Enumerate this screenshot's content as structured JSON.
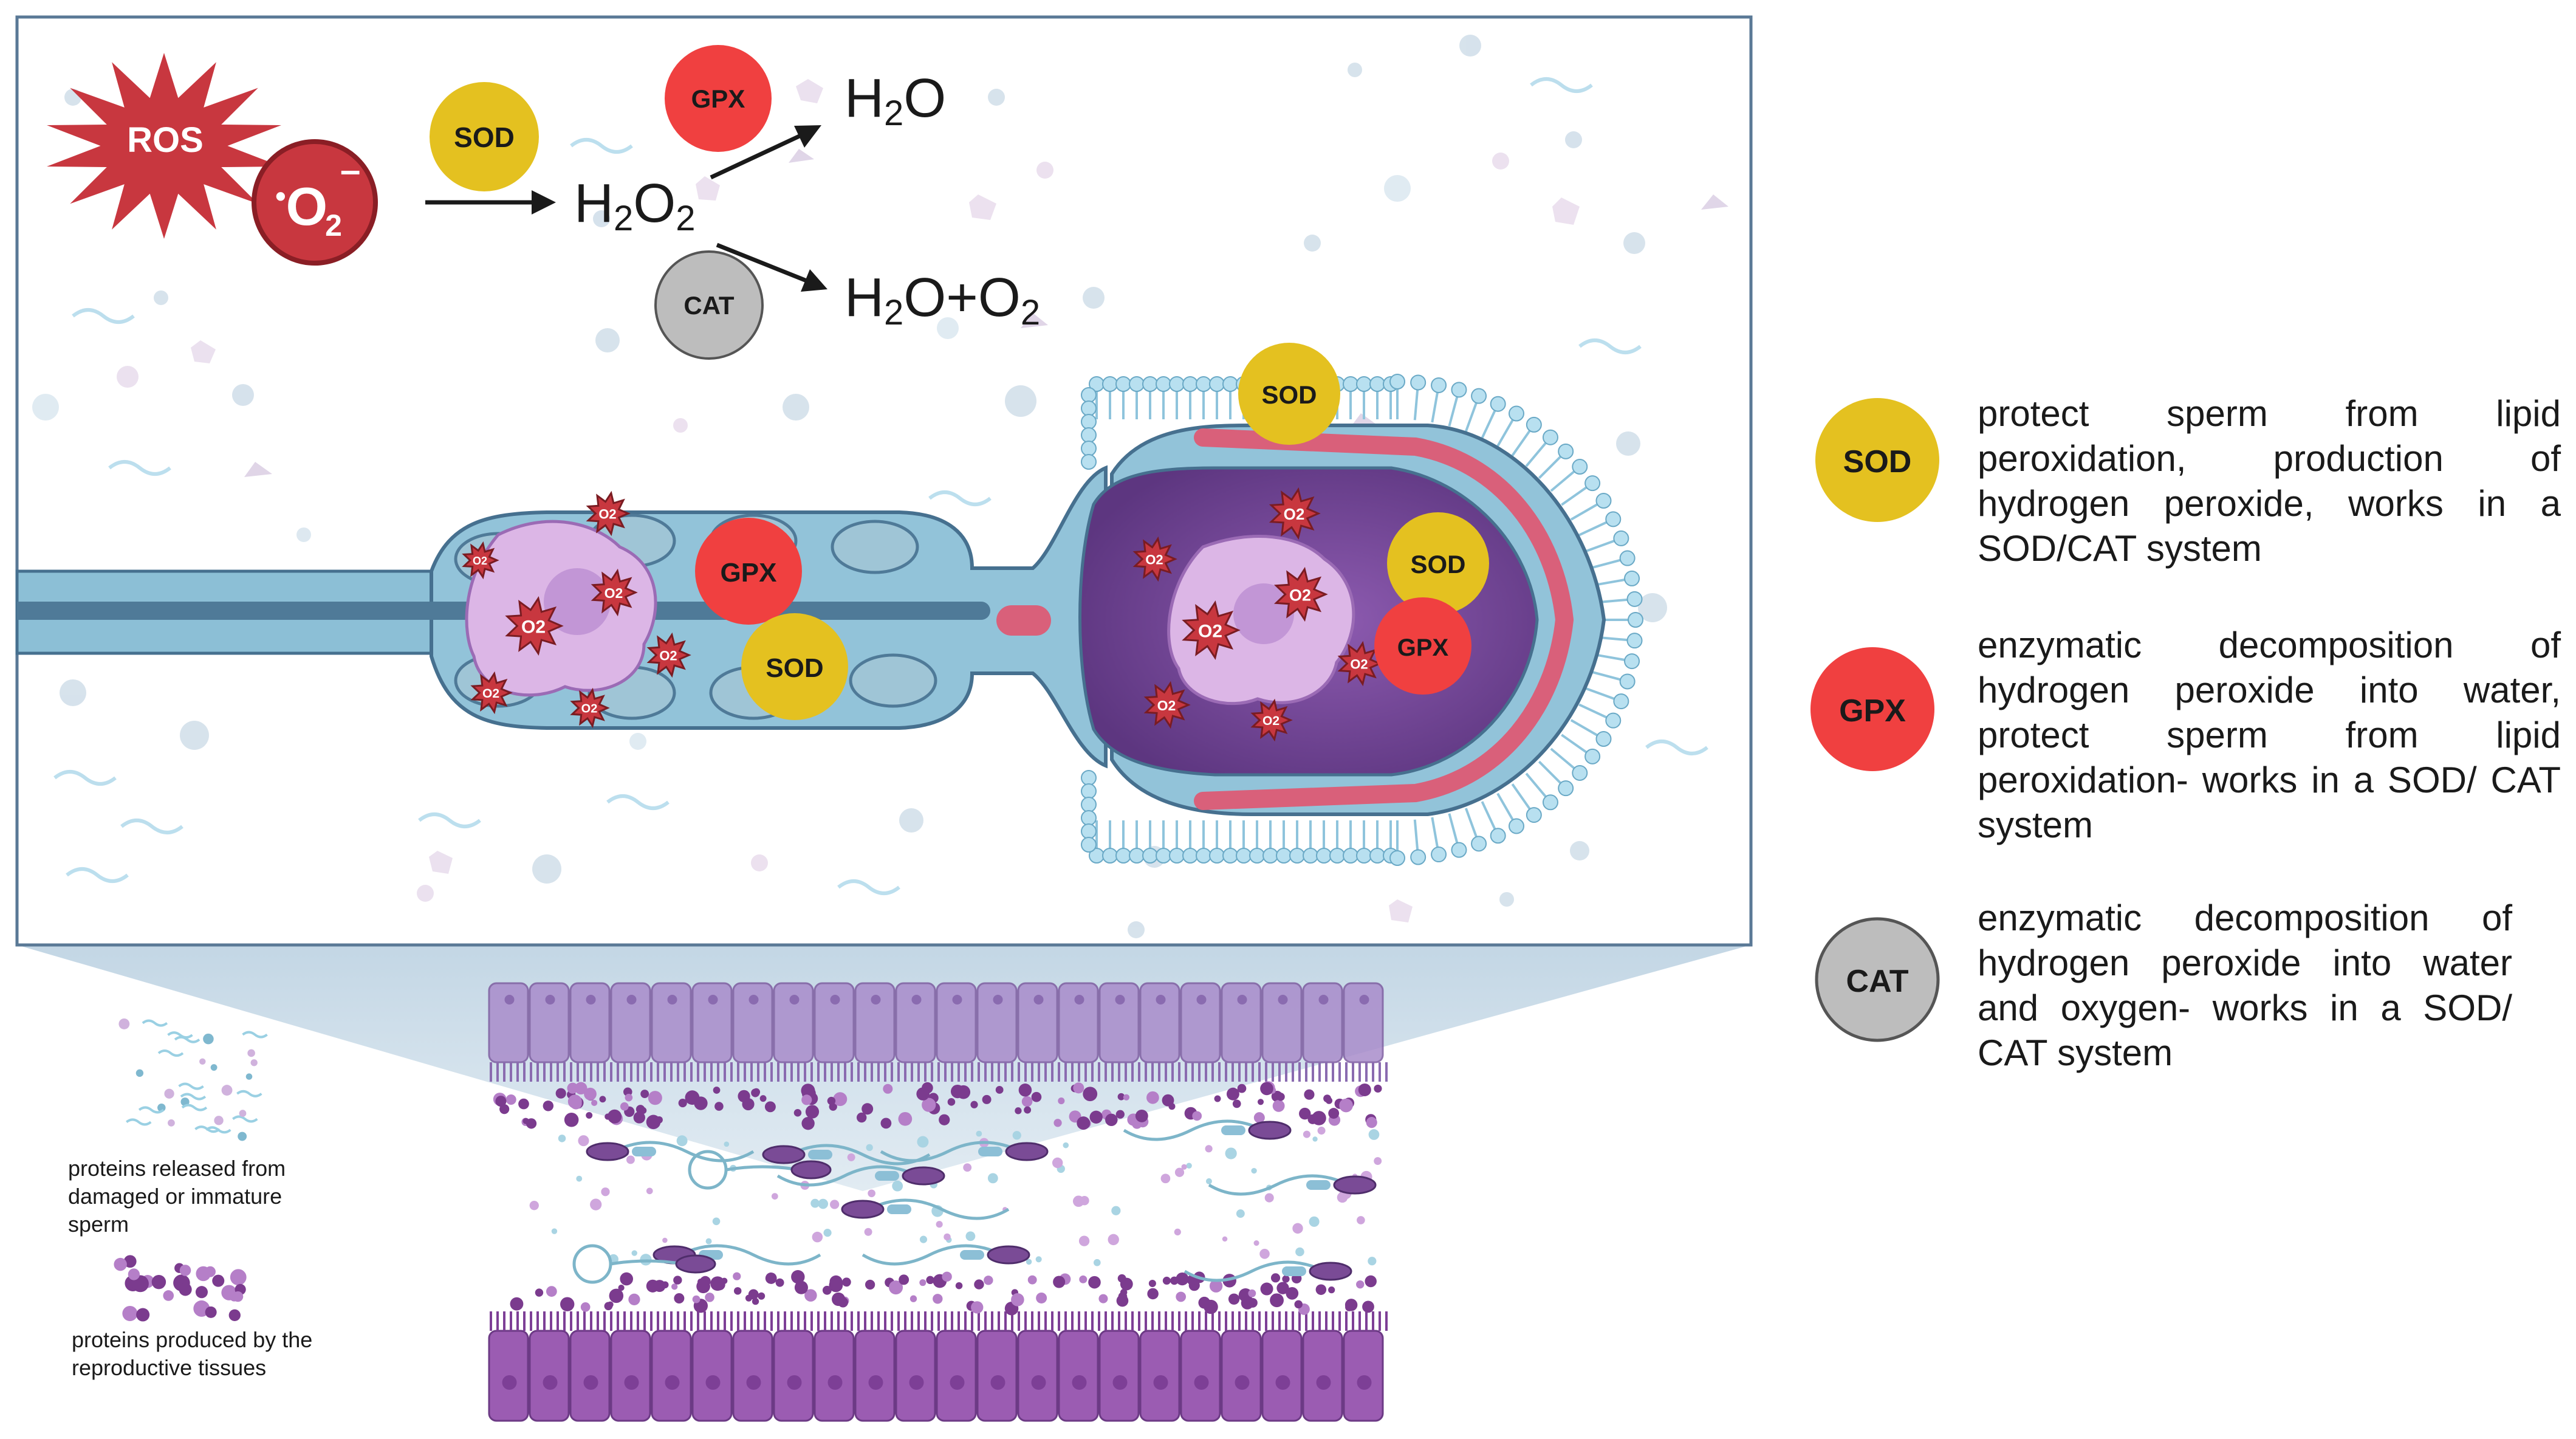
{
  "reaction": {
    "ros_label": "ROS",
    "superoxide": "O",
    "sod": "SOD",
    "gpx": "GPX",
    "cat": "CAT",
    "h2o2_h": "H",
    "h2o2_sub": "2",
    "h2o2_o": "O",
    "h2o2_sub2": "2",
    "product_water": "H",
    "product_water_sub": "2",
    "product_water_o": "O",
    "product_water_oxygen": "H",
    "product_water_oxygen_sub": "2",
    "product_water_oxygen_mid": "O+O",
    "product_water_oxygen_sub2": "2"
  },
  "sperm_labels": {
    "sod_head_top": "SOD",
    "sod_head_inner": "SOD",
    "gpx_head": "GPX",
    "gpx_midpiece": "GPX",
    "sod_midpiece": "SOD",
    "o2_small": "O2"
  },
  "legend": [
    {
      "badge": "SOD",
      "color": "#e4c120",
      "text": "protect sperm from lipid peroxidation, production of hydrogen peroxide, works in a SOD/CAT system"
    },
    {
      "badge": "GPX",
      "color": "#f04040",
      "text": "enzymatic decomposition of hydrogen peroxide into water, protect sperm from lipid peroxidation- works in a SOD/ CAT system"
    },
    {
      "badge": "CAT",
      "color": "#bdbdbd",
      "text": "enzymatic decomposition of hydrogen peroxide into water and oxygen- works in a SOD/ CAT system"
    }
  ],
  "captions": {
    "released": "proteins released from damaged or immature sperm",
    "produced": "proteins produced by the reproductive tissues"
  },
  "colors": {
    "sod": "#e4c120",
    "gpx": "#f04040",
    "cat": "#bdbdbd",
    "ros": "#c8373f",
    "sperm_body": "#8cbfd6",
    "nucleus": "#6b3f8a",
    "epithelium": "#9b6bb5"
  }
}
